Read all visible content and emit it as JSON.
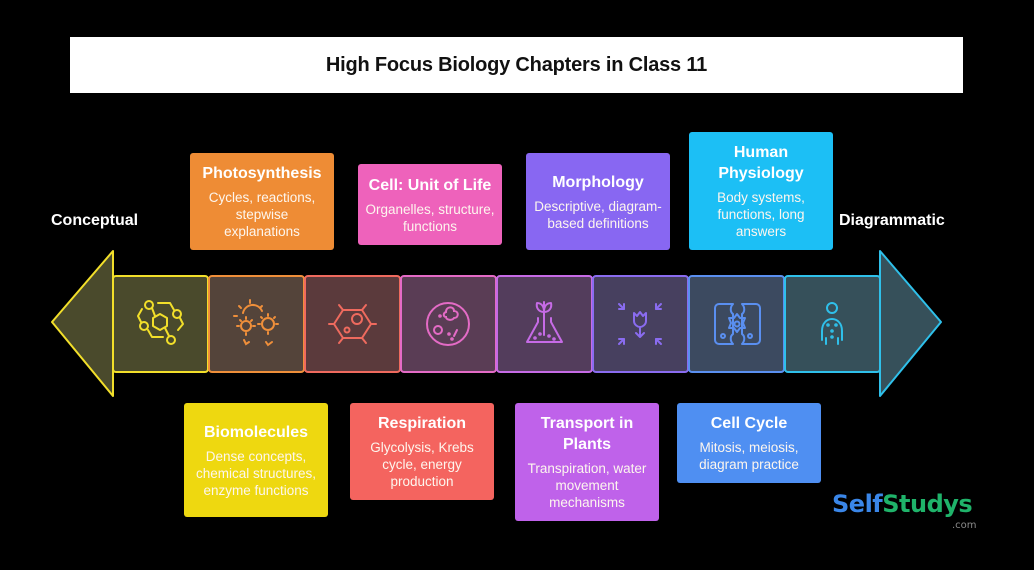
{
  "title": "High Focus Biology Chapters in Class 11",
  "axis": {
    "left_label": "Conceptual",
    "right_label": "Diagrammatic"
  },
  "segments": [
    {
      "icon": "molecule-chain-icon",
      "color": "#f2df2a",
      "fill": "#4a4a2c"
    },
    {
      "icon": "sun-flowers-icon",
      "color": "#ef8f3a",
      "fill": "#54443a"
    },
    {
      "icon": "plant-cell-icon",
      "color": "#ef6a5e",
      "fill": "#5b3a3c"
    },
    {
      "icon": "petri-cell-icon",
      "color": "#e46bc6",
      "fill": "#5a3d55"
    },
    {
      "icon": "flask-sprout-icon",
      "color": "#c66be6",
      "fill": "#533d5c"
    },
    {
      "icon": "flower-arrows-icon",
      "color": "#8a6cf0",
      "fill": "#47405f"
    },
    {
      "icon": "cell-division-icon",
      "color": "#5a8ff0",
      "fill": "#3c4a60"
    },
    {
      "icon": "human-body-icon",
      "color": "#2fc0ea",
      "fill": "#36505a"
    }
  ],
  "top_cards": [
    {
      "title": "Photosynthesis",
      "desc": "Cycles, reactions, stepwise explanations",
      "color": "#ee8c35"
    },
    {
      "title": "Cell: Unit of Life",
      "desc": "Organelles, structure, functions",
      "color": "#ee62bb"
    },
    {
      "title": "Morphology",
      "desc": "Descriptive, diagram-based definitions",
      "color": "#8867f2"
    },
    {
      "title": "Human Physiology",
      "desc": "Body systems, functions, long answers",
      "color": "#1cbff5"
    }
  ],
  "bottom_cards": [
    {
      "title": "Biomolecules",
      "desc": "Dense concepts, chemical structures, enzyme functions",
      "color": "#eed810"
    },
    {
      "title": "Respiration",
      "desc": "Glycolysis, Krebs cycle, energy production",
      "color": "#f4645f"
    },
    {
      "title": "Transport in Plants",
      "desc": "Transpiration, water movement mechanisms",
      "color": "#bf62ea"
    },
    {
      "title": "Cell Cycle",
      "desc": "Mitosis, meiosis, diagram practice",
      "color": "#4f8ff2"
    }
  ],
  "logo": {
    "part1": "Self",
    "part2": "Studys",
    "suffix": ".com"
  }
}
